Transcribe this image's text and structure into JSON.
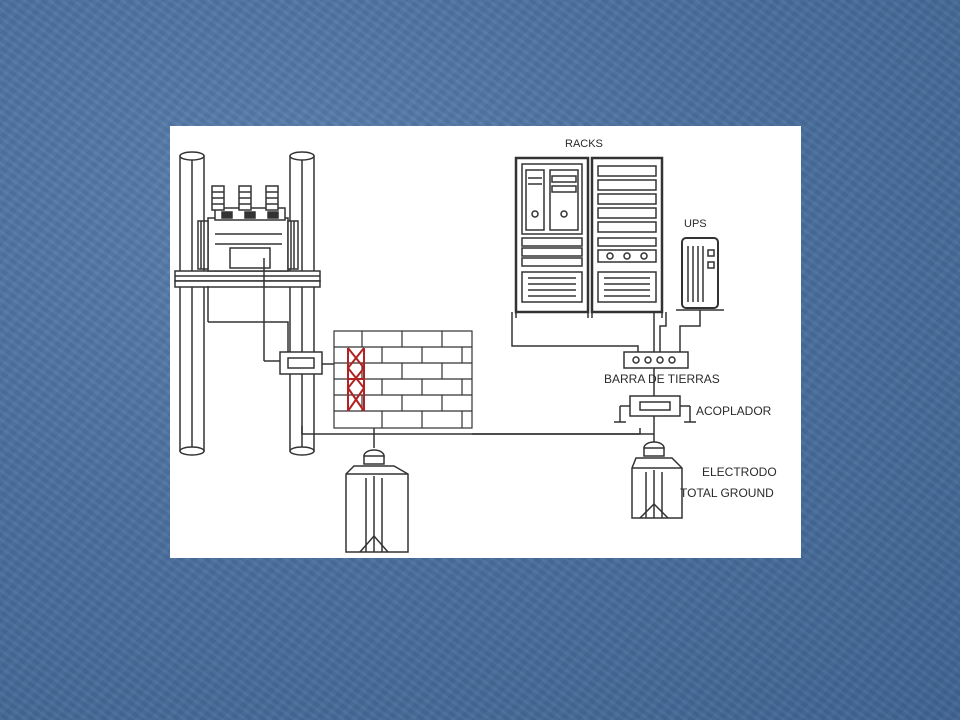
{
  "labels": {
    "racks": "RACKS",
    "ups": "UPS",
    "barra_de_tierras": "BARRA DE TIERRAS",
    "acoplador": "ACOPLADOR",
    "electrodo_line1": "ELECTRODO",
    "electrodo_line2": "TOTAL GROUND"
  },
  "colors": {
    "background": "#4a6f9e",
    "panel": "#ffffff",
    "line": "#333333",
    "surge_protector": "#b22222"
  }
}
